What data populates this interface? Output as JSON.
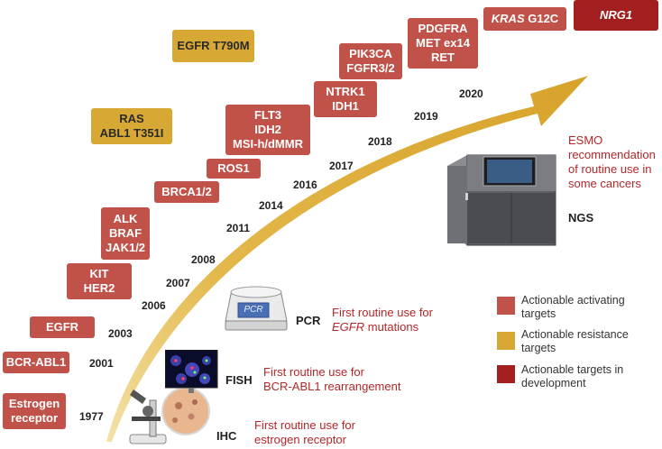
{
  "targets": {
    "estrogen": [
      "Estrogen",
      "receptor"
    ],
    "bcr_abl1": [
      "BCR-ABL1"
    ],
    "egfr": [
      "EGFR"
    ],
    "kit_her2": [
      "KIT",
      "HER2"
    ],
    "alk_braf_jak": [
      "ALK",
      "BRAF",
      "JAK1/2"
    ],
    "brca": [
      "BRCA1/2"
    ],
    "ros1": [
      "ROS1"
    ],
    "flt3_idh2_msi": [
      "FLT3",
      "IDH2",
      "MSI-h/dMMR"
    ],
    "ntrk1_idh1": [
      "NTRK1",
      "IDH1"
    ],
    "pik3ca_fgfr": [
      "PIK3CA",
      "FGFR3/2"
    ],
    "pdgfra_met_ret": [
      "PDGFRA",
      "MET ex14",
      "RET"
    ],
    "kras_g12c": {
      "italic": "KRAS",
      "rest": " G12C"
    },
    "nrg1": "NRG1",
    "egfr_t790m": "EGFR T790M",
    "ras_abl1": [
      "RAS",
      "ABL1 T351I"
    ]
  },
  "years": [
    "1977",
    "2001",
    "2003",
    "2006",
    "2007",
    "2008",
    "2011",
    "2014",
    "2016",
    "2017",
    "2018",
    "2019",
    "2020"
  ],
  "methods": {
    "ihc": {
      "label": "IHC",
      "caption": [
        "First routine use for",
        "estrogen receptor"
      ]
    },
    "fish": {
      "label": "FISH",
      "caption": [
        "First routine use for",
        "BCR-ABL1 rearrangement"
      ]
    },
    "pcr": {
      "label": "PCR",
      "screen_text": "PCR",
      "caption_line1": "First routine use for",
      "caption_italic": "EGFR",
      "caption_rest": " mutations"
    },
    "ngs": {
      "label": "NGS",
      "caption": [
        "ESMO",
        "recommendation",
        "of routine use in",
        "some cancers"
      ]
    }
  },
  "legend": [
    {
      "label": [
        "Actionable activating",
        "targets"
      ],
      "color": "#c1524a"
    },
    {
      "label": [
        "Actionable resistance",
        "targets"
      ],
      "color": "#d7a833"
    },
    {
      "label": [
        "Actionable targets in",
        "development"
      ],
      "color": "#a31f1f"
    }
  ],
  "colors": {
    "activating": "#c1524a",
    "resistance": "#d7a833",
    "development": "#a31f1f",
    "arrow": "#d7a833",
    "caption": "#b3272a"
  },
  "icons": [
    "microscope-icon",
    "fluorescence-image-icon",
    "pcr-machine-icon",
    "ngs-sequencer-icon"
  ]
}
